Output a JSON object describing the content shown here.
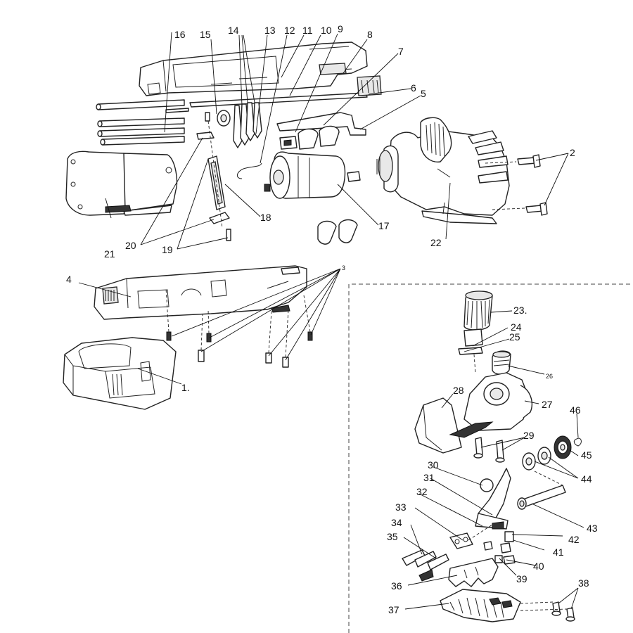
{
  "labels": {
    "p1": "1.",
    "p2": "2",
    "p3": "3",
    "p4": "4",
    "p5": "5",
    "p6": "6",
    "p7": "7",
    "p8": "8",
    "p9": "9",
    "p10": "10",
    "p11": "11",
    "p12": "12",
    "p13": "13",
    "p14": "14",
    "p15": "15",
    "p16": "16",
    "p17": "17",
    "p18": "18",
    "p19": "19",
    "p20": "20",
    "p21": "21",
    "p22": "22",
    "p23": "23.",
    "p24": "24",
    "p25": "25",
    "p26": "26",
    "p27": "27",
    "p28": "28",
    "p29": "29",
    "p30": "30",
    "p31": "31",
    "p32": "32",
    "p33": "33",
    "p34": "34",
    "p35": "35",
    "p36": "36",
    "p37": "37",
    "p38": "38",
    "p39": "39",
    "p40": "40",
    "p41": "41",
    "p42": "42",
    "p43": "43",
    "p44": "44",
    "p45": "45",
    "p46": "46"
  }
}
